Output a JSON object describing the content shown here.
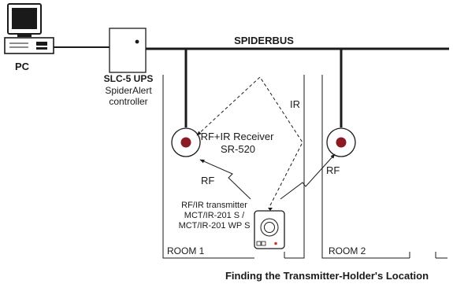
{
  "labels": {
    "pc": "PC",
    "controller_model": "SLC-5 UPS",
    "controller_name_1": "SpiderAlert",
    "controller_name_2": "controller",
    "bus": "SPIDERBUS",
    "ir": "IR",
    "receiver_name": "RF+IR Receiver",
    "receiver_model": "SR-520",
    "rf_left": "RF",
    "rf_right": "RF",
    "transmitter_1": "RF/IR transmitter",
    "transmitter_2": "MCT/IR-201 S /",
    "transmitter_3": "MCT/IR-201 WP S",
    "room1": "ROOM 1",
    "room2": "ROOM 2",
    "caption": "Finding the Transmitter-Holder's Location"
  },
  "colors": {
    "line": "#1a1a1a",
    "receiver_dot": "#8b1a22",
    "transmitter_dot": "#c0392b"
  },
  "icons": [
    "computer-icon",
    "controller-box-icon",
    "receiver-icon",
    "transmitter-icon"
  ]
}
